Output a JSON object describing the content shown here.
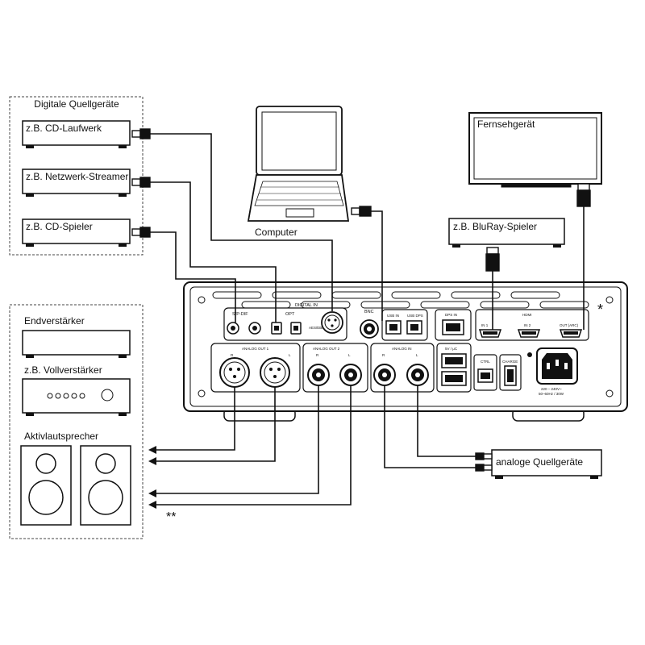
{
  "groups": {
    "digital_sources": "Digitale Quellgeräte"
  },
  "devices": {
    "cd_drive": "z.B. CD-Laufwerk",
    "network_streamer": "z.B. Netzwerk-Streamer",
    "cd_player": "z.B. CD-Spieler",
    "power_amp": "Endverstärker",
    "integrated_amp": "z.B. Vollverstärker",
    "active_speakers": "Aktivlautsprecher",
    "computer": "Computer",
    "tv": "Fernsehgerät",
    "bluray": "z.B. BluRay-Spieler",
    "analog_sources": "analoge Quellgeräte"
  },
  "notes": {
    "single_star": "*",
    "double_star": "**"
  },
  "panel_labels": {
    "spdif": "S/P-DIF",
    "opt": "OPT",
    "digital_in": "DIGITAL IN",
    "aes_ebu": "AES/EBU",
    "bnc": "BNC",
    "usb_in": "USB IN",
    "usb_dps": "USB DPS",
    "dps_in": "DPS IN",
    "hdmi": "HDMI",
    "in1": "IN 1",
    "in2": "IN 2",
    "out_arc": "OUT (ARC)",
    "analog_out_1": "ANALOG OUT 1",
    "analog_out_2": "ANALOG OUT 2",
    "analog_in": "ANALOG IN",
    "r": "R",
    "l": "L",
    "one": "1",
    "two": "2",
    "bus": "5V / μC",
    "ctrl": "CTRL",
    "charge": "CHARGE",
    "power_spec_1": "220 – 240V~",
    "power_spec_2": "50–60Hz / 30W"
  }
}
